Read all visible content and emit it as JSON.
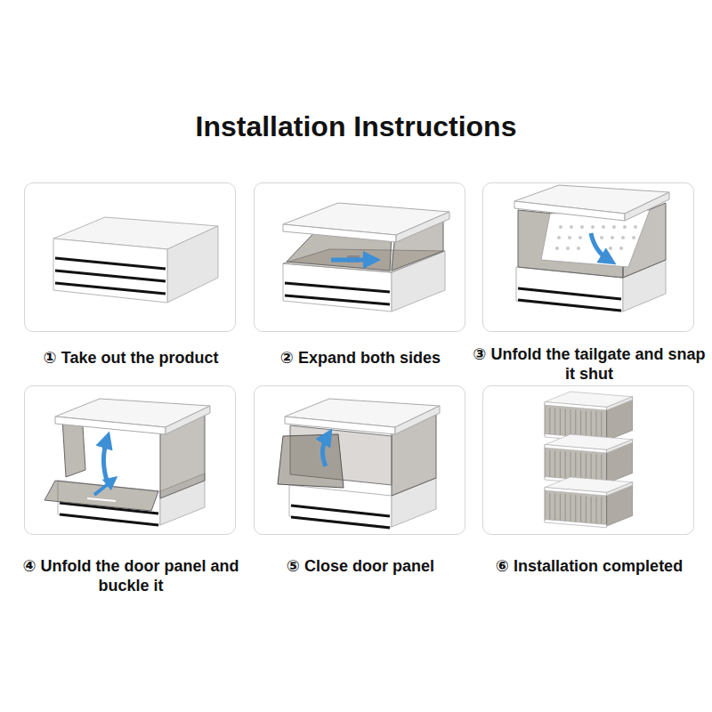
{
  "diagram": {
    "title": "Installation Instructions",
    "nodes": [
      {
        "text": [
          "① Take out the product"
        ]
      },
      {
        "text": [
          "② Expand both sides"
        ]
      },
      {
        "text": [
          "③ Unfold the tailgate and snap it shut"
        ]
      },
      {
        "text": [
          "④ Unfold the door panel and buckle it"
        ]
      },
      {
        "text": [
          "⑤ Close door panel"
        ]
      },
      {
        "text": [
          "⑥ Installation completed"
        ]
      }
    ],
    "edges": []
  }
}
